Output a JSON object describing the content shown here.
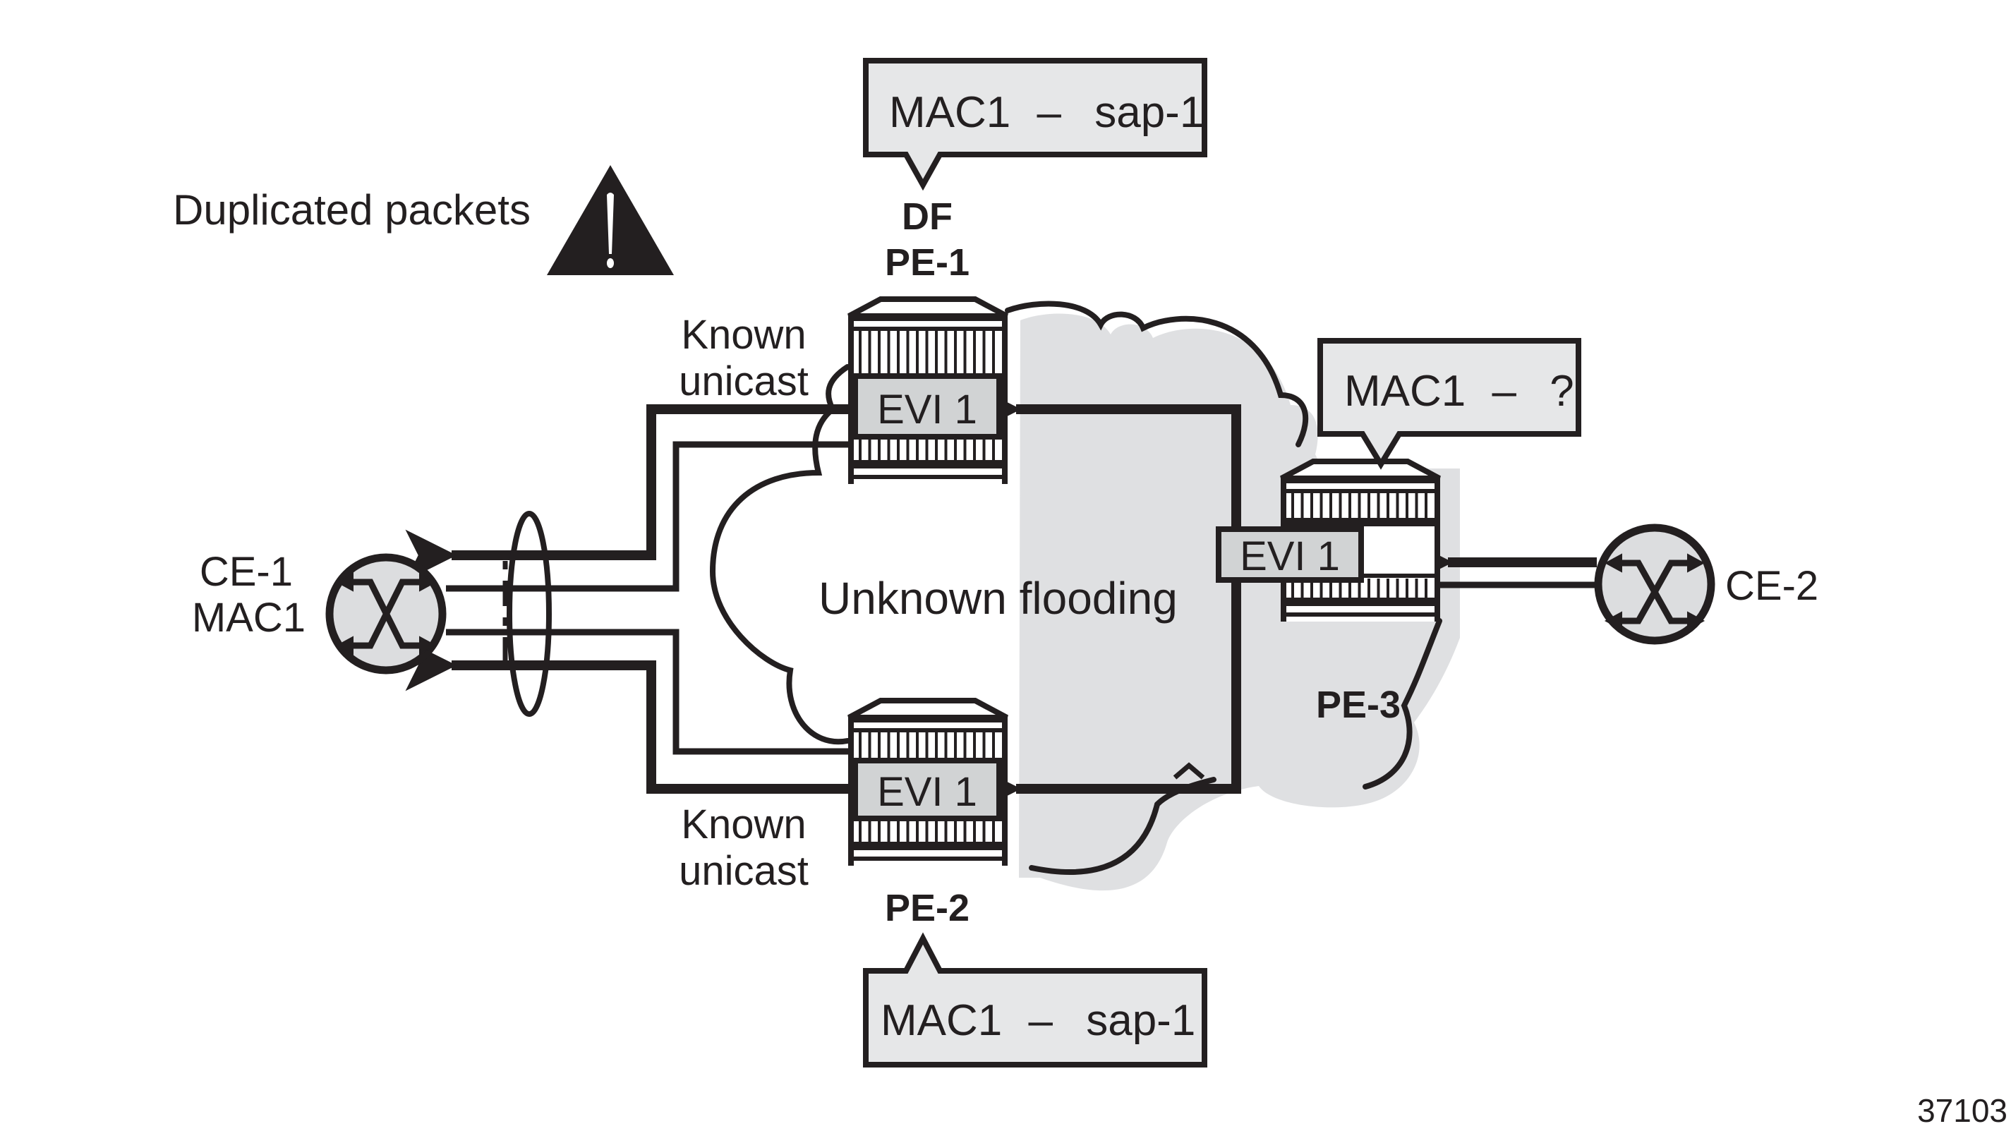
{
  "figure_id": "37103",
  "warning": {
    "label": "Duplicated packets",
    "icon": "warning-triangle-icon"
  },
  "cloud": {
    "label": "Unknown flooding"
  },
  "colors": {
    "ink": "#231f20",
    "callout_fill": "#e6e7e8",
    "evi_fill": "#d1d3d4",
    "ce_fill": "#dcdddf",
    "shadow": "#c7c8ca"
  },
  "pe1": {
    "role": "DF",
    "name": "PE-1",
    "evi": "EVI 1",
    "link_label_1": "Known",
    "link_label_2": "unicast",
    "callout": {
      "mac": "MAC1",
      "dash": "–",
      "value": "sap-1"
    }
  },
  "pe2": {
    "name": "PE-2",
    "evi": "EVI 1",
    "link_label_1": "Known",
    "link_label_2": "unicast",
    "callout": {
      "mac": "MAC1",
      "dash": "–",
      "value": "sap-1"
    }
  },
  "pe3": {
    "name": "PE-3",
    "evi": "EVI 1",
    "callout": {
      "mac": "MAC1",
      "dash": "–",
      "value": "?"
    }
  },
  "ce1": {
    "name": "CE-1",
    "mac": "MAC1",
    "icon": "switch-icon"
  },
  "ce2": {
    "name": "CE-2",
    "icon": "switch-icon"
  }
}
